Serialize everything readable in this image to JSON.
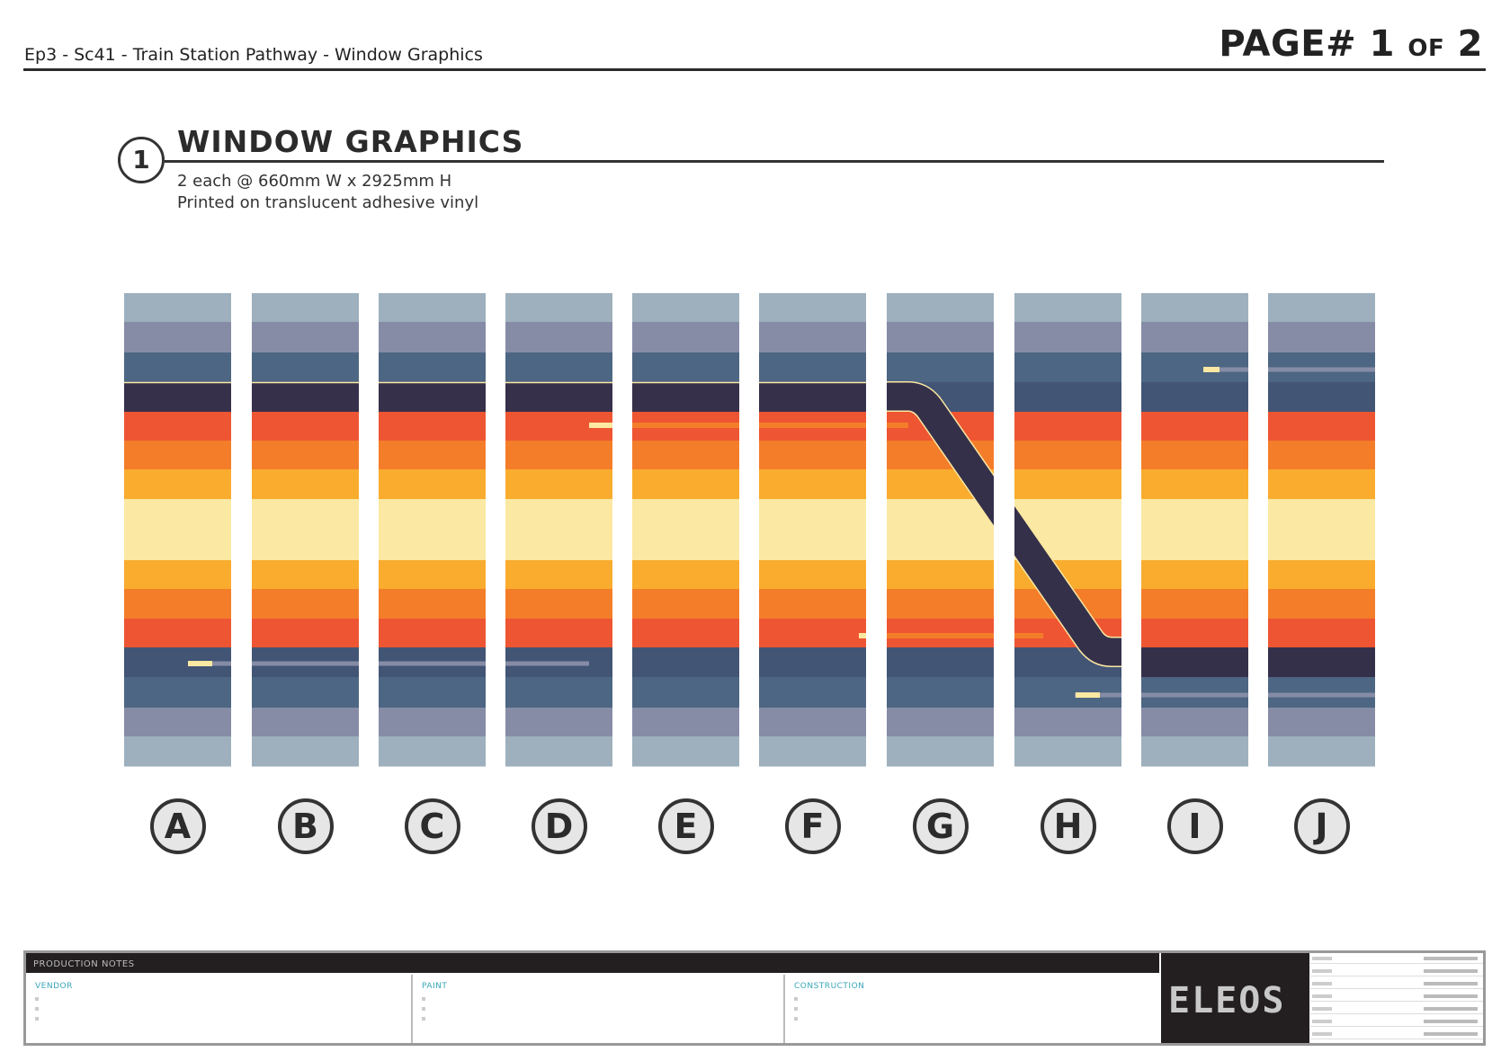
{
  "header": {
    "doc_title": "Ep3 - Sc41 - Train Station Pathway - Window Graphics",
    "page_prefix": "PAGE# 1",
    "page_of": "OF",
    "page_total": "2"
  },
  "section": {
    "number": "1",
    "title": "WINDOW GRAPHICS",
    "line1": "2 each @ 660mm W x 2925mm H",
    "line2": "Printed on translucent adhesive vinyl"
  },
  "panels": {
    "labels": [
      "A",
      "B",
      "C",
      "D",
      "E",
      "F",
      "G",
      "H",
      "I",
      "J"
    ],
    "band_colors": [
      "#9eb0bd",
      "#868ca6",
      "#4d6683",
      "#37304a",
      "#ee5533",
      "#f47d2a",
      "#f9ac2e",
      "#fbe8a2",
      "#f9ac2e",
      "#f47d2a",
      "#ee5533",
      "#435575",
      "#4d6683",
      "#868ca6",
      "#9eb0bd"
    ],
    "accent_colors": {
      "dark_track": "#35304a",
      "track_outline": "#fbe8a2",
      "cream_dash": "#fbe8a2",
      "orange_line": "#f47d2a",
      "slate_line": "#868ca6"
    }
  },
  "title_block": {
    "bar_text": "PRODUCTION NOTES",
    "col1_title": "VENDOR",
    "col2_title": "PAINT",
    "col3_title": "CONSTRUCTION",
    "logo": "ELEOS"
  }
}
